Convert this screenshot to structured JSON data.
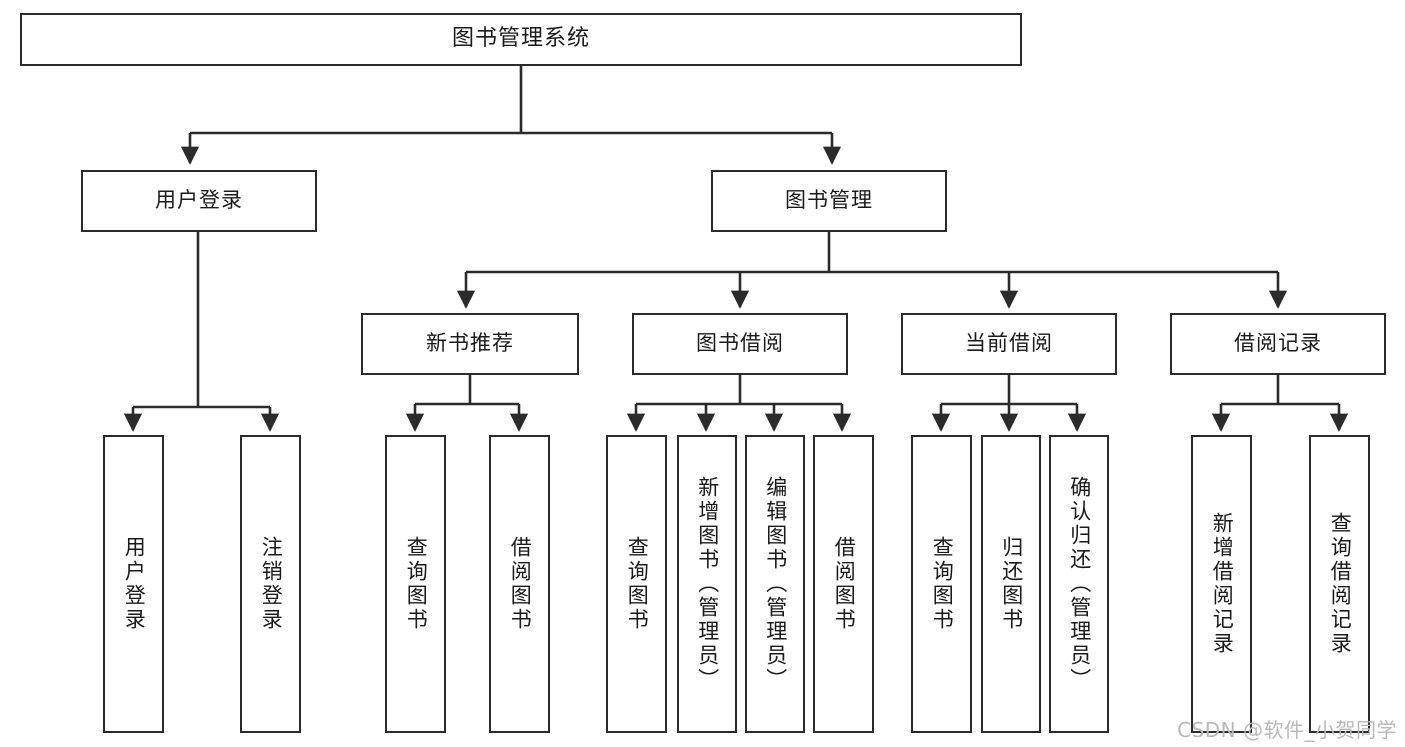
{
  "diagram": {
    "title": "图书管理系统",
    "type": "tree-hierarchy",
    "watermark": "CSDN @软件_小贺同学",
    "colors": {
      "stroke": "#2b2b2b",
      "fill": "#ffffff",
      "text": "#1a1a1a",
      "watermark": "#b9b9b9"
    },
    "nodes": {
      "root": {
        "label": "图书管理系统",
        "orientation": "horizontal",
        "level": 1
      },
      "user_login": {
        "label": "用户登录",
        "orientation": "horizontal",
        "level": 2
      },
      "book_manage": {
        "label": "图书管理",
        "orientation": "horizontal",
        "level": 2
      },
      "new_book_rec": {
        "label": "新书推荐",
        "orientation": "horizontal",
        "level": 3
      },
      "book_borrow": {
        "label": "图书借阅",
        "orientation": "horizontal",
        "level": 3
      },
      "current_borrow": {
        "label": "当前借阅",
        "orientation": "horizontal",
        "level": 3
      },
      "borrow_record": {
        "label": "借阅记录",
        "orientation": "horizontal",
        "level": 3
      },
      "leaf_user_login": {
        "label": "用户登录",
        "orientation": "vertical",
        "level": 3
      },
      "leaf_logout": {
        "label": "注销登录",
        "orientation": "vertical",
        "level": 3
      },
      "leaf_query_book_1": {
        "label": "查询图书",
        "orientation": "vertical",
        "level": 4
      },
      "leaf_borrow_book_1": {
        "label": "借阅图书",
        "orientation": "vertical",
        "level": 4
      },
      "leaf_query_book_2": {
        "label": "查询图书",
        "orientation": "vertical",
        "level": 4
      },
      "leaf_add_book": {
        "label": "新增图书（管理员）",
        "orientation": "vertical",
        "level": 4
      },
      "leaf_edit_book": {
        "label": "编辑图书（管理员）",
        "orientation": "vertical",
        "level": 4
      },
      "leaf_borrow_book_2": {
        "label": "借阅图书",
        "orientation": "vertical",
        "level": 4
      },
      "leaf_query_book_3": {
        "label": "查询图书",
        "orientation": "vertical",
        "level": 4
      },
      "leaf_return_book": {
        "label": "归还图书",
        "orientation": "vertical",
        "level": 4
      },
      "leaf_confirm_return": {
        "label": "确认归还（管理员）",
        "orientation": "vertical",
        "level": 4
      },
      "leaf_add_record": {
        "label": "新增借阅记录",
        "orientation": "vertical",
        "level": 4
      },
      "leaf_query_record": {
        "label": "查询借阅记录",
        "orientation": "vertical",
        "level": 4
      }
    },
    "edges": [
      {
        "from": "root",
        "to": "user_login"
      },
      {
        "from": "root",
        "to": "book_manage"
      },
      {
        "from": "user_login",
        "to": "leaf_user_login"
      },
      {
        "from": "user_login",
        "to": "leaf_logout"
      },
      {
        "from": "book_manage",
        "to": "new_book_rec"
      },
      {
        "from": "book_manage",
        "to": "book_borrow"
      },
      {
        "from": "book_manage",
        "to": "current_borrow"
      },
      {
        "from": "book_manage",
        "to": "borrow_record"
      },
      {
        "from": "new_book_rec",
        "to": "leaf_query_book_1"
      },
      {
        "from": "new_book_rec",
        "to": "leaf_borrow_book_1"
      },
      {
        "from": "book_borrow",
        "to": "leaf_query_book_2"
      },
      {
        "from": "book_borrow",
        "to": "leaf_add_book"
      },
      {
        "from": "book_borrow",
        "to": "leaf_edit_book"
      },
      {
        "from": "book_borrow",
        "to": "leaf_borrow_book_2"
      },
      {
        "from": "current_borrow",
        "to": "leaf_query_book_3"
      },
      {
        "from": "current_borrow",
        "to": "leaf_return_book"
      },
      {
        "from": "current_borrow",
        "to": "leaf_confirm_return"
      },
      {
        "from": "borrow_record",
        "to": "leaf_add_record"
      },
      {
        "from": "borrow_record",
        "to": "leaf_query_record"
      }
    ]
  }
}
